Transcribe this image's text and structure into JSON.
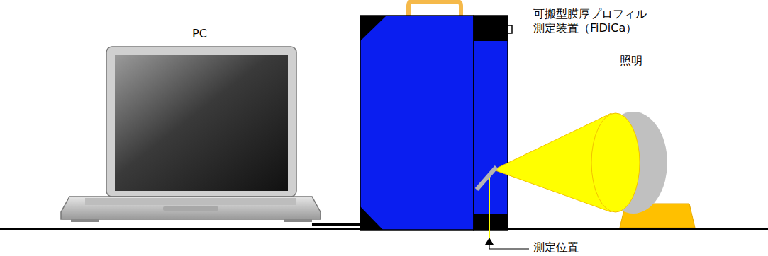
{
  "diagram": {
    "labels": [
      "PC",
      "可搬型膜厚プロフィル 測定装置（FiDiCa）",
      "照明",
      "測定位置"
    ]
  }
}
